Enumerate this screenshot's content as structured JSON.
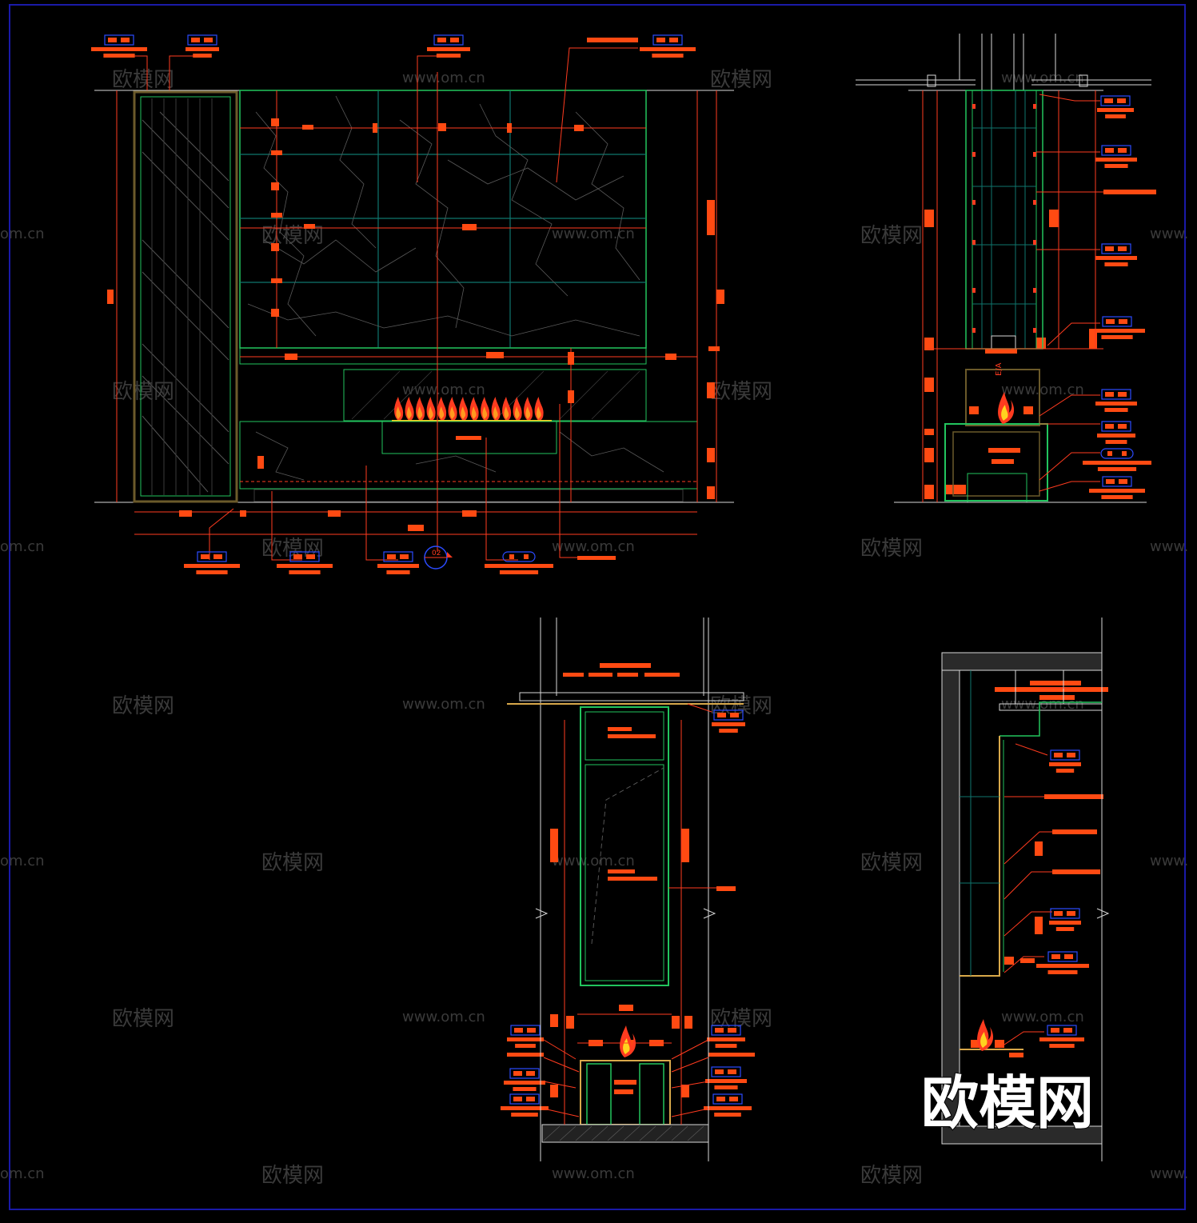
{
  "colors": {
    "background": "#000000",
    "frame": "#1a1aa8",
    "outline": "#22c55e",
    "grid": "#0f766e",
    "dimension": "#ff3b1f",
    "tag": "#ff4a12",
    "tag_box": "#2b4bff",
    "white_line": "#d8d8d8",
    "hatch": "#6b5a2a",
    "flame": "#ff7a00",
    "watermark": "#3a3a3a"
  },
  "watermark": {
    "brand": "欧模网",
    "url": "www.om.cn",
    "url_fragment_left": "om.cn",
    "url_fragment_right": "www."
  },
  "elevation": {
    "section_symbol": "02"
  },
  "section_right": {
    "vertical_label": "E/A"
  },
  "big_watermark": "欧模网"
}
